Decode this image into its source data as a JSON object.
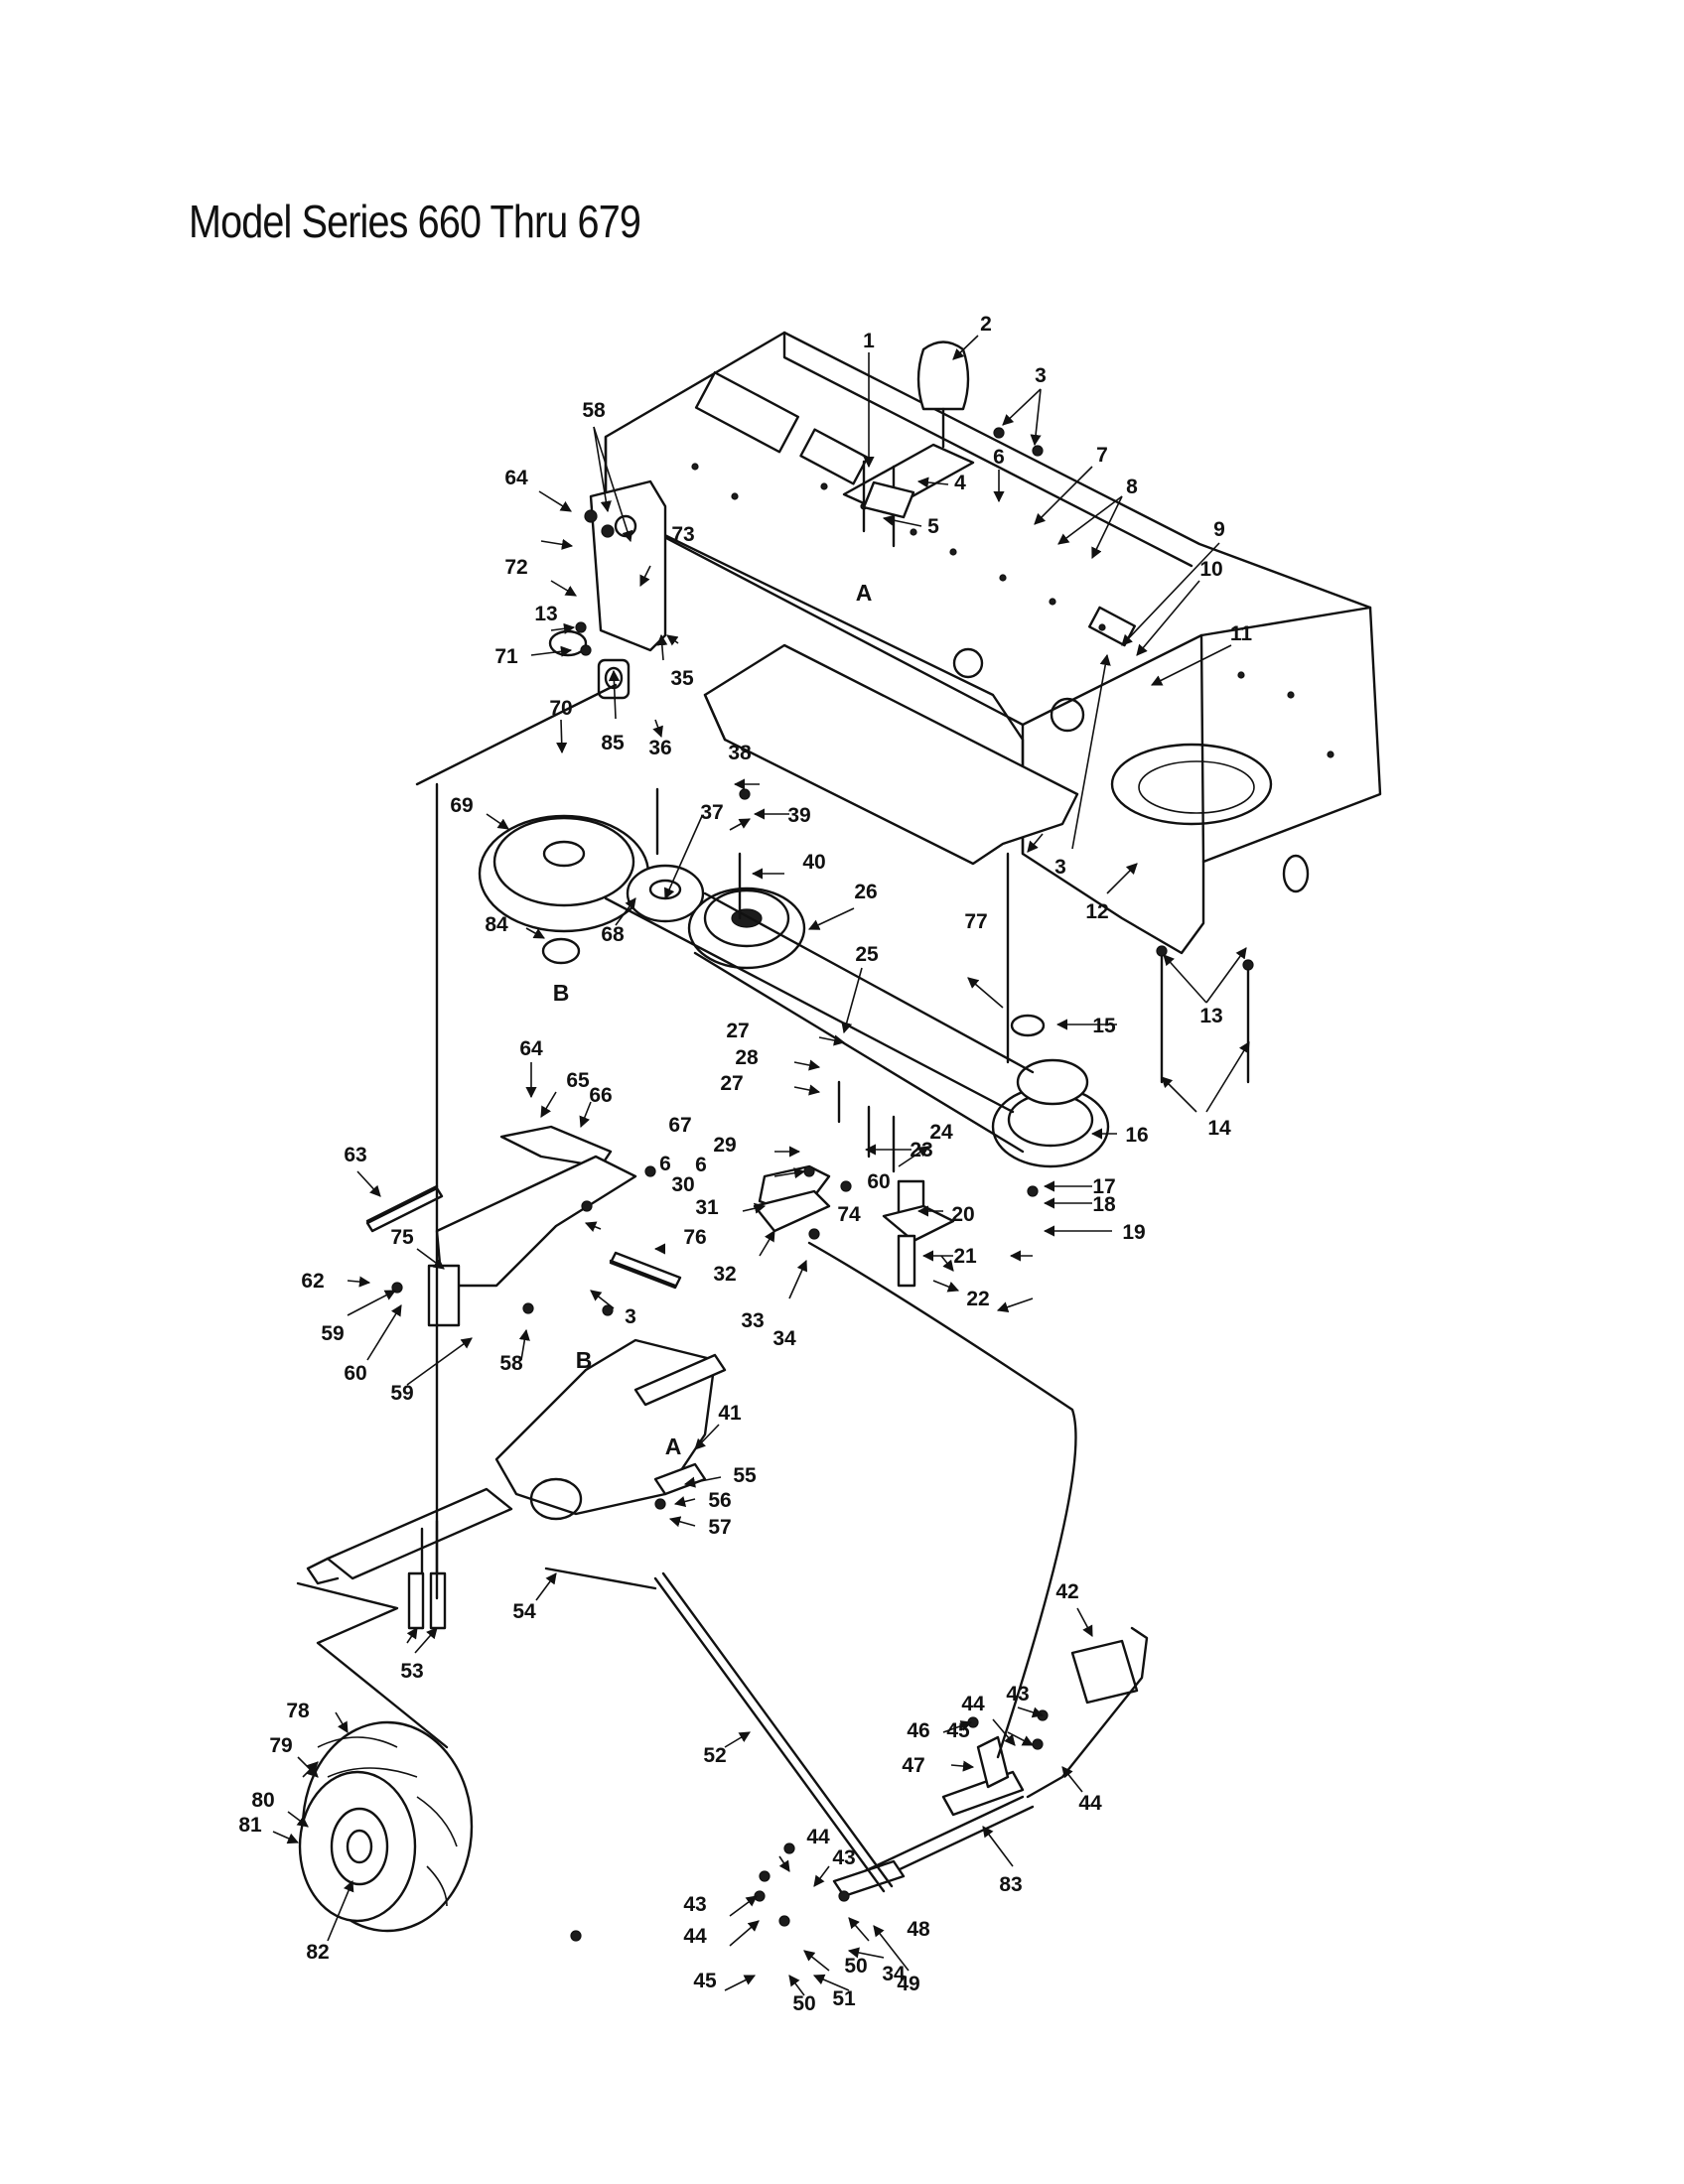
{
  "title": "Model Series 660 Thru 679",
  "labels": [
    "1",
    "2",
    "3",
    "4",
    "5",
    "6",
    "7",
    "8",
    "9",
    "10",
    "11",
    "12",
    "13",
    "14",
    "15",
    "16",
    "17",
    "18",
    "19",
    "20",
    "21",
    "22",
    "23",
    "24",
    "25",
    "26",
    "27",
    "28",
    "29",
    "30",
    "31",
    "32",
    "33",
    "34",
    "35",
    "36",
    "37",
    "38",
    "39",
    "40",
    "41",
    "42",
    "43",
    "44",
    "45",
    "46",
    "47",
    "48",
    "49",
    "50",
    "51",
    "52",
    "53",
    "54",
    "55",
    "56",
    "57",
    "58",
    "59",
    "60",
    "62",
    "63",
    "64",
    "65",
    "66",
    "67",
    "68",
    "69",
    "70",
    "71",
    "72",
    "73",
    "74",
    "75",
    "76",
    "77",
    "78",
    "79",
    "80",
    "81",
    "82",
    "83",
    "84",
    "85"
  ],
  "reference_marks": [
    "A",
    "B"
  ]
}
